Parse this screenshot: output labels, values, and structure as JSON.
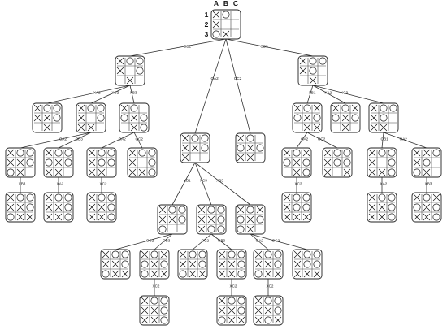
{
  "header": {
    "columns": [
      "A",
      "B",
      "C"
    ],
    "rows": [
      "1",
      "2",
      "3"
    ]
  },
  "nodes": [
    {
      "id": "root",
      "board": "XO.X..OX."
    },
    {
      "id": "L1a",
      "board": "XOOX.O.X."
    },
    {
      "id": "L1b",
      "board": "XO.OXO.X."
    },
    {
      "id": "L1c",
      "board": "XOOXO..X."
    },
    {
      "id": "L2a",
      "board": "XOOXXO.X."
    },
    {
      "id": "L2b",
      "board": "XOOX.OXX."
    },
    {
      "id": "L2c",
      "board": "XOOXXOX.."
    },
    {
      "id": "L2d",
      "board": "XO.OXOXX."
    },
    {
      "id": "L2e",
      "board": "XO.OXO.XO"
    },
    {
      "id": "L2f",
      "board": "XOXOXO.XX"
    },
    {
      "id": "L2g",
      "board": "XOXOXO.X."
    },
    {
      "id": "L2h",
      "board": "XOOXO.XX."
    },
    {
      "id": "L3a",
      "board": "XOOXXOOX."
    },
    {
      "id": "L3b",
      "board": "XOOOXOXX."
    },
    {
      "id": "L3c",
      "board": "XOOXOOXX."
    },
    {
      "id": "L3d",
      "board": "XOOX.OXXO"
    },
    {
      "id": "L3e",
      "board": "XOOXXOO.."
    },
    {
      "id": "L3f",
      "board": "XOOXXOXOO"
    },
    {
      "id": "L3g",
      "board": "XOXOXOOX."
    },
    {
      "id": "L3h",
      "board": "XOXOXO.XO"
    },
    {
      "id": "L3i",
      "board": "XOOXOOX.X"
    },
    {
      "id": "L3j",
      "board": "XOOX.OXXO"
    },
    {
      "id": "L3k",
      "board": "XXOXO.OX."
    },
    {
      "id": "L3l",
      "board": "XOOXOXXOX"
    },
    {
      "id": "L4a",
      "board": "XOOXXOOXX"
    },
    {
      "id": "L4b",
      "board": "XOOXXOXXO"
    },
    {
      "id": "L4c",
      "board": "XOOXXOXXO"
    },
    {
      "id": "L4d",
      "board": "XOOXXOOXX"
    },
    {
      "id": "L4e",
      "board": "XOXOXOOXX"
    },
    {
      "id": "L4f",
      "board": "XOXOXOXXO"
    },
    {
      "id": "L4g",
      "board": "XOOXOOXXX"
    },
    {
      "id": "L4h",
      "board": "XOOXXOXXO"
    },
    {
      "id": "L5a",
      "board": "XOOXXOOXX"
    },
    {
      "id": "L5b",
      "board": "XOXOXOOXX"
    },
    {
      "id": "L5c",
      "board": "XOOXXOOXX"
    },
    {
      "id": "L5d",
      "board": "XOOXXOXXO"
    },
    {
      "id": "L5e",
      "board": "XOOXXOOXX"
    },
    {
      "id": "L5f",
      "board": "XOOXOOXXX"
    },
    {
      "id": "L5g",
      "board": "XOXOXOXXO"
    },
    {
      "id": "L5h",
      "board": "XOOXXOXXO"
    }
  ],
  "edges": [
    {
      "from": "root",
      "to": "L1a",
      "label": "OB1"
    },
    {
      "from": "root",
      "to": "L2c",
      "label": "OA2"
    },
    {
      "from": "root",
      "to": "L2d",
      "label": "OC2"
    },
    {
      "from": "root",
      "to": "L1c",
      "label": "OB3"
    },
    {
      "from": "L1a",
      "to": "L2a",
      "label": "XA2"
    },
    {
      "from": "L1a",
      "to": "L2b",
      "label": "XC2"
    },
    {
      "from": "L1a",
      "to": "L2e",
      "label": "XB3"
    },
    {
      "from": "L1c",
      "to": "L2f",
      "label": "XB1"
    },
    {
      "from": "L1c",
      "to": "L2g",
      "label": "XA2"
    },
    {
      "from": "L1c",
      "to": "L2h",
      "label": "XC3"
    },
    {
      "from": "L2b",
      "to": "L3a",
      "label": "OA2"
    },
    {
      "from": "L2b",
      "to": "L3b",
      "label": "OB3"
    },
    {
      "from": "L2e",
      "to": "L3c",
      "label": "OA2"
    },
    {
      "from": "L2e",
      "to": "L3d",
      "label": "OC2"
    },
    {
      "from": "L2c",
      "to": "L3e",
      "label": "XB1"
    },
    {
      "from": "L2c",
      "to": "L3f",
      "label": "XC3"
    },
    {
      "from": "L2c",
      "to": "L3g",
      "label": "XB3"
    },
    {
      "from": "L2f",
      "to": "L3h",
      "label": "OA2"
    },
    {
      "from": "L2f",
      "to": "L3i",
      "label": "OC2"
    },
    {
      "from": "L2h",
      "to": "L3j",
      "label": "OB1"
    },
    {
      "from": "L2h",
      "to": "L3k",
      "label": "OA2"
    },
    {
      "from": "L3a",
      "to": "L4a",
      "label": "XB3"
    },
    {
      "from": "L3b",
      "to": "L4b",
      "label": "XA2"
    },
    {
      "from": "L3c",
      "to": "L4c",
      "label": "XC2"
    },
    {
      "from": "L3h",
      "to": "L4g",
      "label": "XC2"
    },
    {
      "from": "L3j",
      "to": "L4h",
      "label": "XA2"
    },
    {
      "from": "L3k",
      "to": "L4f",
      "label": "XB3"
    },
    {
      "from": "L3e",
      "to": "L5a",
      "label": "OC2"
    },
    {
      "from": "L3e",
      "to": "L5b",
      "label": "OB3"
    },
    {
      "from": "L3f",
      "to": "L5c",
      "label": "OC2"
    },
    {
      "from": "L3f",
      "to": "L5d",
      "label": "OB3"
    },
    {
      "from": "L3g",
      "to": "L5e",
      "label": "OA2"
    },
    {
      "from": "L3g",
      "to": "L5f",
      "label": "OC2"
    },
    {
      "from": "L5b",
      "to": "L6a",
      "label": "XC2"
    },
    {
      "from": "L5d",
      "to": "L6b",
      "label": "XC2"
    },
    {
      "from": "L5e",
      "to": "L6c",
      "label": "XC2"
    }
  ],
  "extra_nodes": [
    {
      "id": "L6a",
      "board": "XOOXXOXXO"
    },
    {
      "id": "L6b",
      "board": "XOOXXOOXX"
    },
    {
      "id": "L6c",
      "board": "XOOXXOXOX"
    }
  ]
}
